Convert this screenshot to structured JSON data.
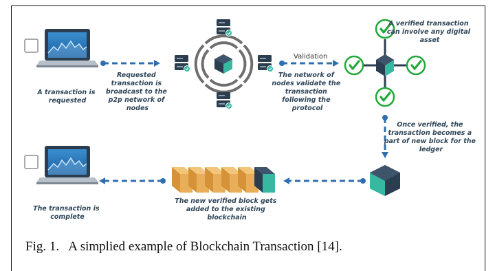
{
  "labels": {
    "requested": [
      "A transaction is",
      "requested"
    ],
    "broadcast": [
      "Requested",
      "transaction is",
      "broadcast to the",
      "p2p network of",
      "nodes"
    ],
    "validation_arrow": "Validation",
    "validate": [
      "The network of",
      "nodes validate the",
      "transaction",
      "following the",
      "protocol"
    ],
    "asset": [
      "A verified transaction",
      "can involve any digital",
      "asset"
    ],
    "new_block": [
      "Once verified, the",
      "transaction becomes a",
      "part of new block for the",
      "ledger"
    ],
    "added": [
      "The new verified block gets",
      "added to the existing",
      "blockchain"
    ],
    "complete": [
      "The transaction is",
      "complete"
    ]
  },
  "caption": "Fig. 1.   A simplied example of Blockchain Transaction [14].",
  "colors": {
    "arrow": "#2f6fb0",
    "navy": "#2b3e4f",
    "teal": "#36b8a3",
    "check": "#22a83a",
    "gold": "#e5ad57",
    "label": "#2f4659"
  }
}
